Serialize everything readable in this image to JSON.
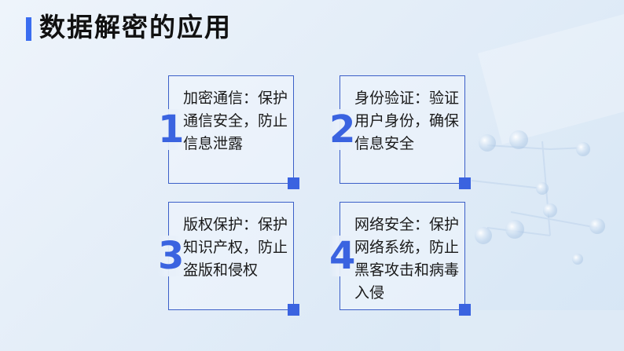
{
  "title": "数据解密的应用",
  "cards": [
    {
      "number": "1",
      "text": "加密通信：保护通信安全，防止信息泄露"
    },
    {
      "number": "2",
      "text": "身份验证：验证用户身份，确保信息安全"
    },
    {
      "number": "3",
      "text": "版权保护：保护知识产权，防止盗版和侵权"
    },
    {
      "number": "4",
      "text": "网络安全：保护网络系统，防止黑客攻击和病毒入侵"
    }
  ],
  "colors": {
    "accent": "#3a63e0",
    "border": "#3b5fc8",
    "title": "#111111"
  }
}
